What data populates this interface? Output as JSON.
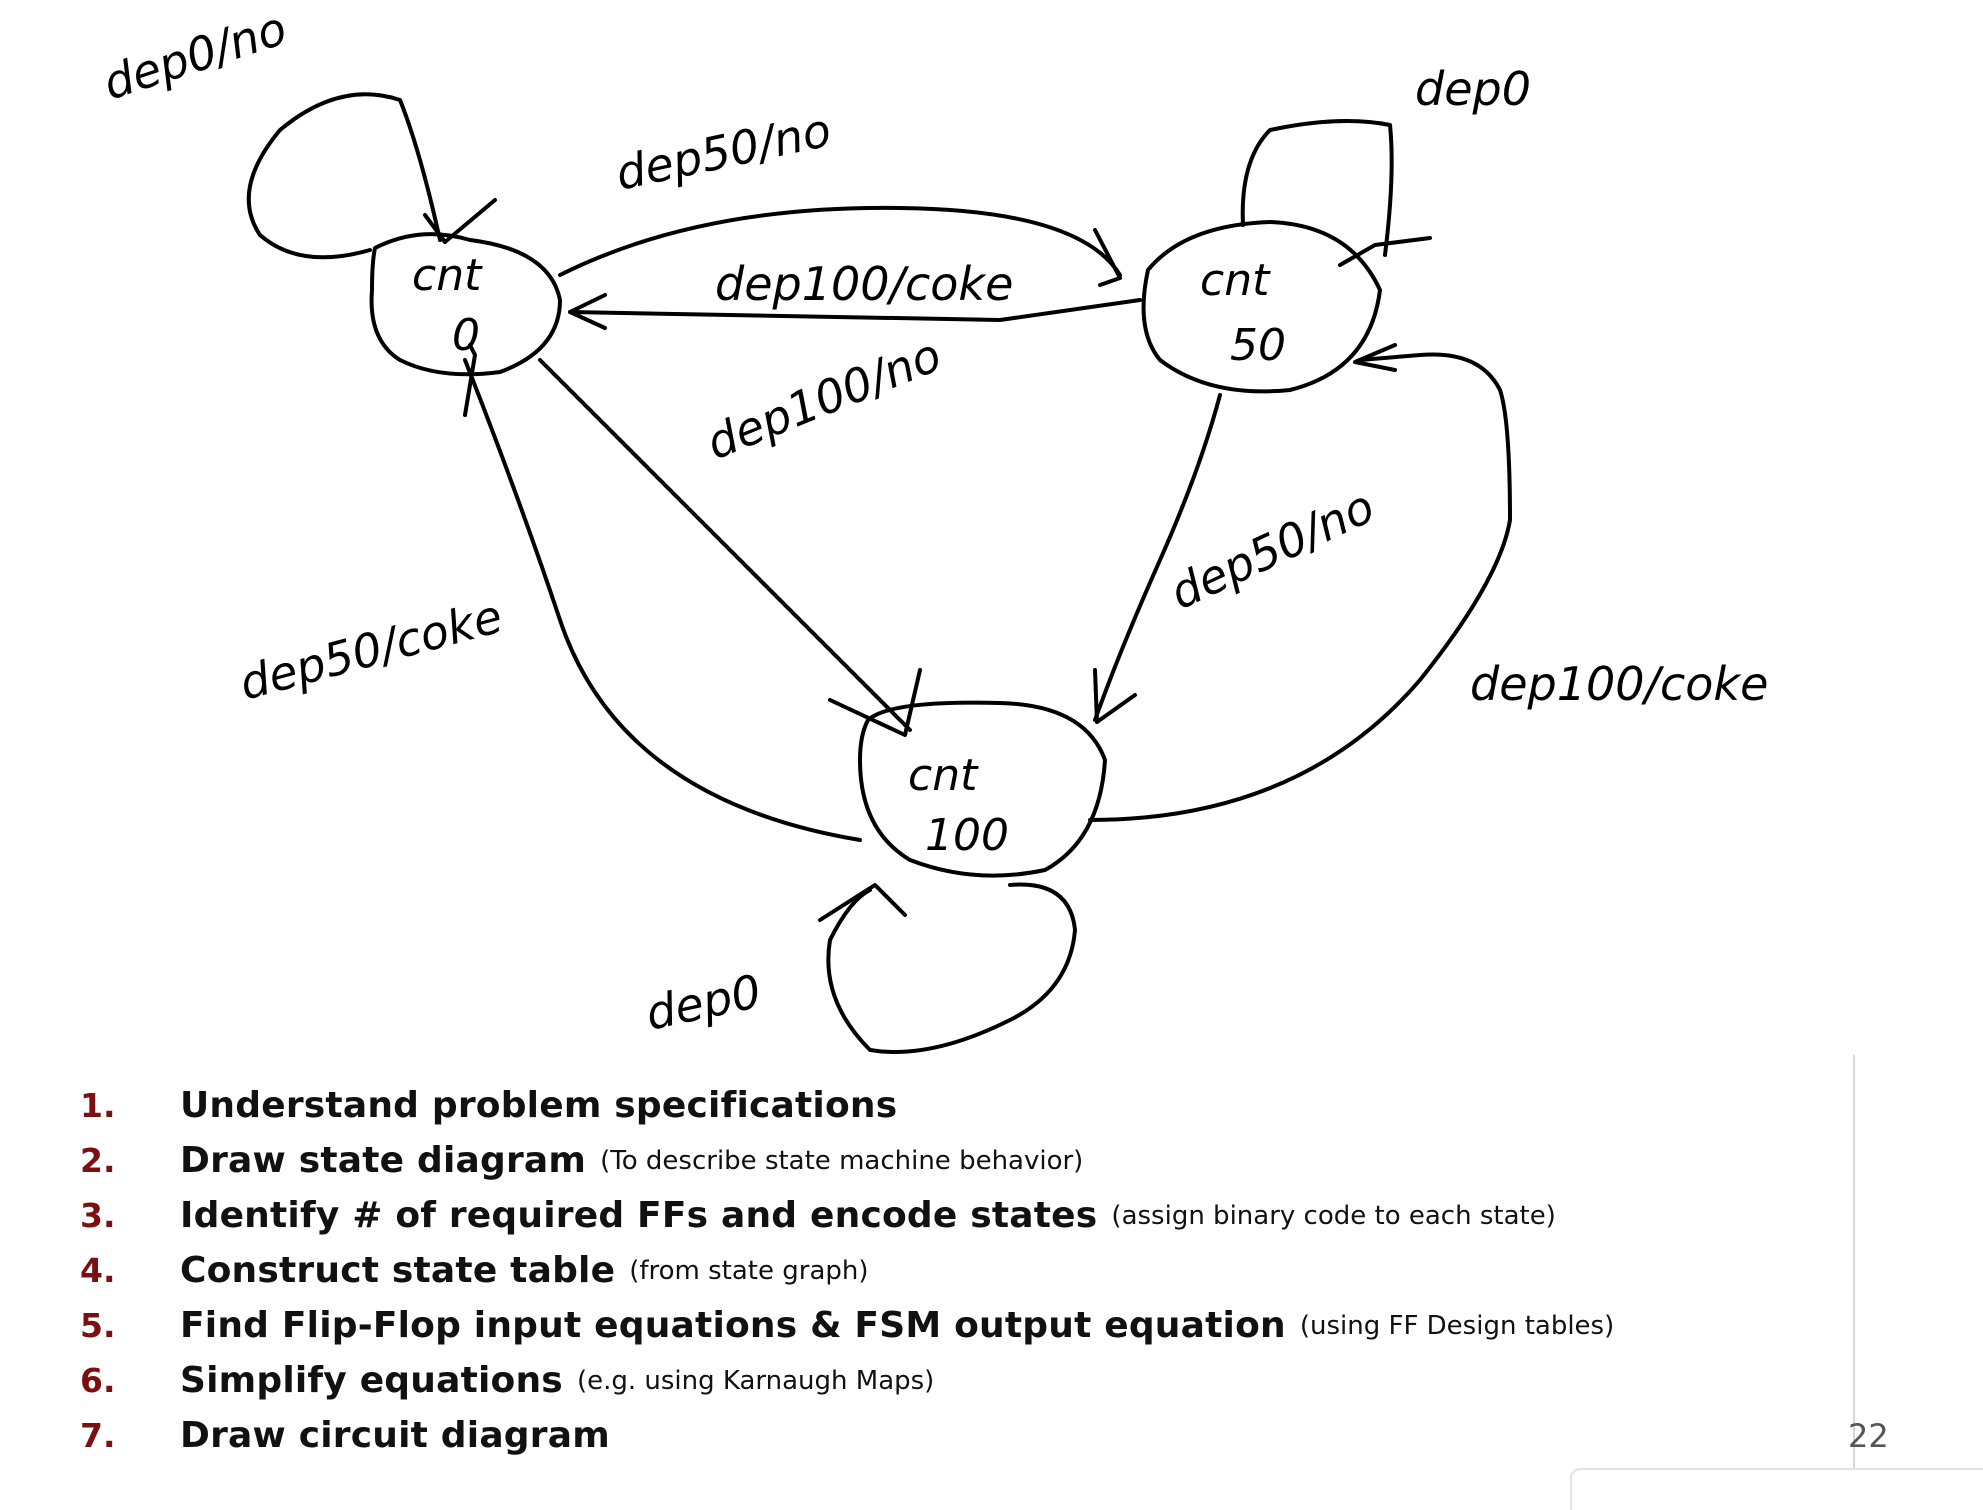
{
  "diagram": {
    "states": [
      {
        "id": "s0",
        "line1": "cnt",
        "line2": "0"
      },
      {
        "id": "s50",
        "line1": "cnt",
        "line2": "50"
      },
      {
        "id": "s100",
        "line1": "cnt",
        "line2": "100"
      }
    ],
    "transitions": [
      {
        "id": "s0-self",
        "label": "dep0/no"
      },
      {
        "id": "s50-s0-top",
        "label": "dep50/no"
      },
      {
        "id": "s50-s0-mid",
        "label": "dep100/coke"
      },
      {
        "id": "s0-s100-a",
        "label": "dep100/no"
      },
      {
        "id": "s0-s100-b",
        "label": "dep50/coke"
      },
      {
        "id": "s50-self",
        "label": "dep0"
      },
      {
        "id": "s50-s100",
        "label": "dep50/no"
      },
      {
        "id": "s100-s50",
        "label": "dep100/coke"
      },
      {
        "id": "s100-self",
        "label": "dep0"
      }
    ]
  },
  "steps": [
    {
      "num": "1.",
      "title": "Understand problem specifications",
      "note": ""
    },
    {
      "num": "2.",
      "title": "Draw state diagram",
      "note": "(To describe state machine behavior)"
    },
    {
      "num": "3.",
      "title": "Identify # of required FFs and encode states",
      "note": "(assign binary code to each state)"
    },
    {
      "num": "4.",
      "title": "Construct state table",
      "note": "(from state graph)"
    },
    {
      "num": "5.",
      "title": "Find Flip-Flop input equations & FSM output equation",
      "note": "(using FF Design tables)"
    },
    {
      "num": "6.",
      "title": "Simplify equations",
      "note": "(e.g. using Karnaugh Maps)"
    },
    {
      "num": "7.",
      "title": "Draw circuit diagram",
      "note": ""
    }
  ],
  "slide_number": "22"
}
